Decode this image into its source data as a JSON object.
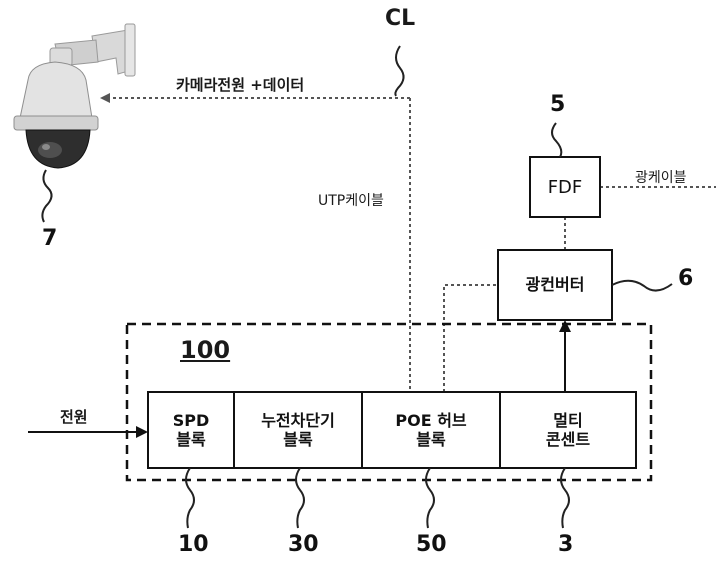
{
  "labels": {
    "cl": "CL",
    "camera_power_data": "카메라전원 +데이터",
    "utp_cable": "UTP케이블",
    "fiber_cable": "광케이블",
    "power_in": "전원",
    "fdf": "FDF",
    "optical_converter": "광컨버터",
    "enclosure_ref": "100",
    "spd_block": [
      "SPD",
      "블록"
    ],
    "breaker_block": [
      "누전차단기",
      "블록"
    ],
    "poe_hub_block": [
      "POE 허브",
      "블록"
    ],
    "multi_outlet": [
      "멀티",
      "콘센트"
    ]
  },
  "refs": {
    "camera": "7",
    "fdf": "5",
    "optical_converter": "6",
    "spd": "10",
    "breaker": "30",
    "poe": "50",
    "outlet": "3"
  },
  "icons": {
    "camera": "ptz-dome-camera-icon"
  }
}
